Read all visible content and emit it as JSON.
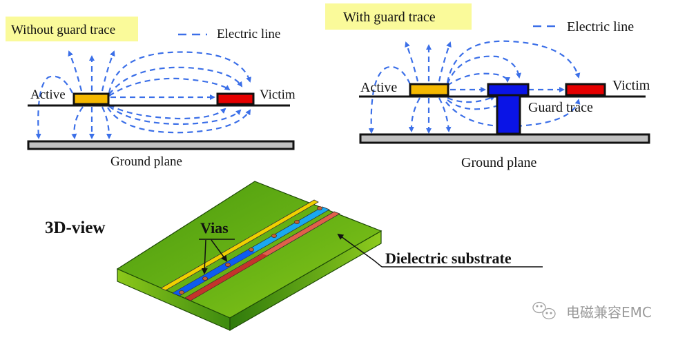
{
  "panel_left": {
    "title": "Without guard trace",
    "legend": "Electric line",
    "active_label": "Active",
    "victim_label": "Victim",
    "ground_label": "Ground plane"
  },
  "panel_right": {
    "title": "With guard trace",
    "legend": "Electric line",
    "active_label": "Active",
    "victim_label": "Victim",
    "guard_label": "Guard trace",
    "ground_label": "Ground plane"
  },
  "view3d": {
    "title": "3D-view",
    "vias_label": "Vias",
    "substrate_label": "Dielectric substrate"
  },
  "watermark": {
    "text": "电磁兼容EMC"
  },
  "colors": {
    "field_line": "#3b6fe8",
    "active": "#f5b800",
    "victim": "#e60000",
    "guard": "#0a14e6",
    "ground": "#c0c0c0",
    "title_bg": "#fafa9a",
    "substrate": "#6cb515",
    "trace_yellow": "#f0d000",
    "trace_cyan": "#1aa8f0",
    "trace_red": "#e0604a"
  }
}
